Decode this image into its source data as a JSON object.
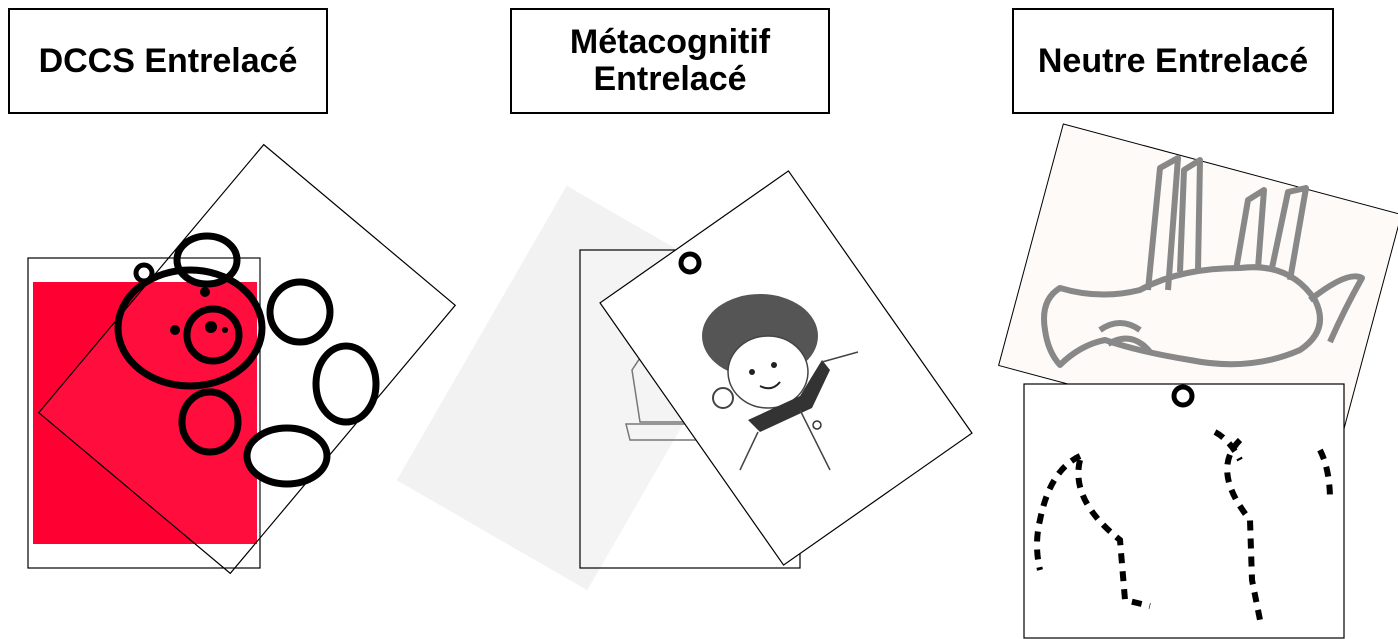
{
  "panels": [
    {
      "title_lines": [
        "DCCS Entrelacé"
      ]
    },
    {
      "title_lines": [
        "Métacognitif",
        "Entrelacé"
      ]
    },
    {
      "title_lines": [
        "Neutre Entrelacé"
      ]
    }
  ],
  "colors": {
    "red_card": "#ff0033",
    "ink": "#000000",
    "gray_card": "#eeeeee",
    "horse_line": "#888888"
  },
  "icons": [
    "teddy-bear-icon",
    "boy-drawing-icon",
    "flower-pot-icon",
    "horse-drawing-icon",
    "hole-punch-icon"
  ]
}
